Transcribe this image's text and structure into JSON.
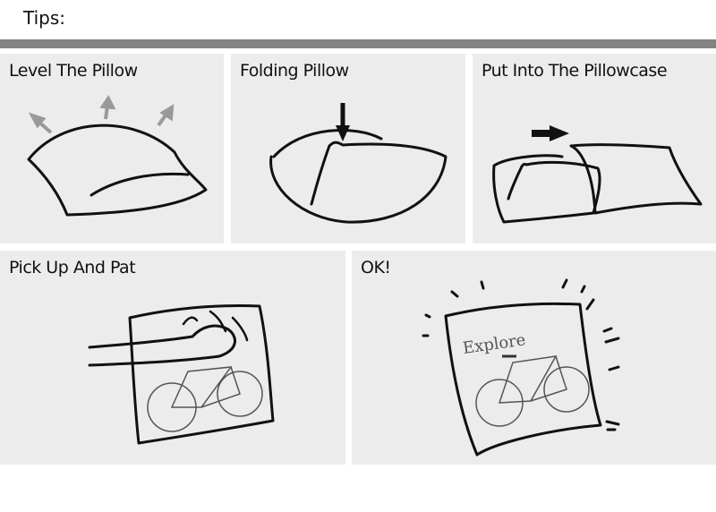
{
  "header": {
    "title": "Tips:"
  },
  "steps": [
    {
      "label": "Level The Pillow"
    },
    {
      "label": "Folding Pillow"
    },
    {
      "label": "Put Into The Pillowcase"
    },
    {
      "label": "Pick Up And Pat"
    },
    {
      "label": "OK!",
      "print_text": "Explore"
    }
  ],
  "colors": {
    "divider": "#838383",
    "panel_bg": "#ececec",
    "arrow_gray": "#999999"
  }
}
